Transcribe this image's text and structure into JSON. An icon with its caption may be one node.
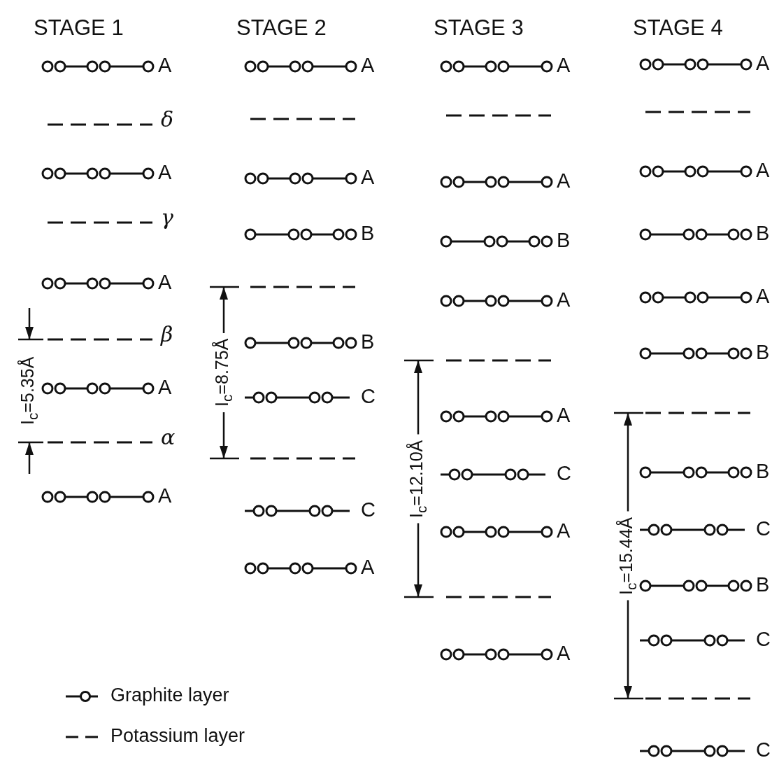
{
  "diagram": {
    "labels": [
      "STAGE 1",
      "A",
      "δ",
      "A",
      "γ",
      "A",
      "β",
      "A",
      "α",
      "A",
      "I$_{c}$=5.35Å",
      "STAGE 2",
      "A",
      "A",
      "B",
      "B",
      "C",
      "C",
      "A",
      "I$_{c}$=8.75Å",
      "STAGE 3",
      "A",
      "A",
      "B",
      "A",
      "A",
      "C",
      "A",
      "A",
      "I$_{c}$=12.10Å",
      "STAGE 4",
      "A",
      "A",
      "B",
      "A",
      "B",
      "B",
      "C",
      "B",
      "C",
      "C",
      "I$_{c}$=15.44Å"
    ],
    "legend": [
      {
        "text": "Graphite layer"
      },
      {
        "text": "Potassium layer"
      }
    ]
  }
}
